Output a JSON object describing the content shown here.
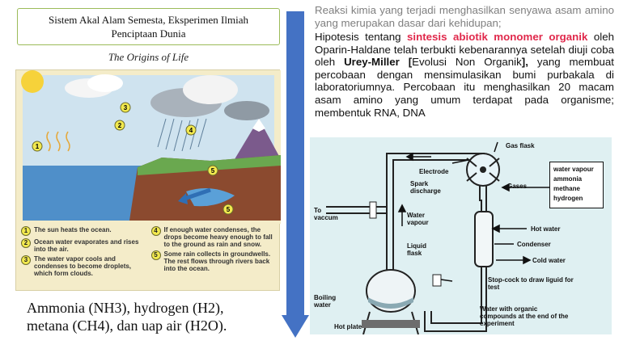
{
  "left": {
    "title_line1": "Sistem Akal Alam Semesta, Eksperimen Ilmiah",
    "title_line2": "Penciptaan Dunia",
    "subtitle": "The Origins of Life",
    "captions": [
      {
        "num": "1",
        "text": "The sun heats the ocean."
      },
      {
        "num": "2",
        "text": "Ocean water evaporates and rises into the air."
      },
      {
        "num": "3",
        "text": "The water vapor cools and condenses to become droplets, which form clouds."
      },
      {
        "num": "4",
        "text": "If enough water condenses, the drops become heavy enough to fall to the ground as rain and snow."
      },
      {
        "num": "5",
        "text": "Some rain collects in groundwells. The rest flows through rivers back into the ocean."
      }
    ],
    "bottom_line1": "Ammonia (NH3), hydrogen (H2),",
    "bottom_line2": "metana (CH4), dan uap air (H2O)."
  },
  "right": {
    "para1": "Reaksi kimia yang terjadi menghasilkan senyawa asam amino yang merupakan dasar dari kehidupan;",
    "para2_a": "Hipotesis tentang ",
    "para2_red": "sintesis abiotik monomer organik",
    "para2_b": " oleh Oparin-Haldane telah terbukti kebenarannya setelah diuji coba oleh ",
    "para2_bold1": "Urey-Miller [",
    "para2_c": "Evolusi Non Organik",
    "para2_bold2": "],",
    "para2_d": " yang membuat percobaan dengan mensimulasikan bumi purbakala di laboratoriumnya. Percobaan itu menghasilkan 20 macam asam amino yang umum terdapat pada organisme; membentuk RNA, DNA"
  },
  "experiment": {
    "gas_flask": "Gas flask",
    "electrode": "Electrode",
    "spark_discharge": "Spark discharge",
    "gases": "Gases",
    "gas_list": [
      "water vapour",
      "ammonia",
      "methane",
      "hydrogen"
    ],
    "to_vacuum": "To vaccum",
    "water_vapour": "Water vapour",
    "liquid_flask": "Liquid flask",
    "hot_water": "Hot water",
    "condenser": "Condenser",
    "cold_water": "Cold water",
    "stopcock": "Stop-cock to draw liguid for test",
    "boiling_water": "Boiling water",
    "organic": "Water with organic compounds at the end of the experiment",
    "hot_plate": "Hot plate"
  },
  "colors": {
    "accent_red": "#e0284b",
    "arrow_blue": "#4472c4",
    "title_border": "#9bbb59",
    "experiment_bg": "#dff0f2"
  }
}
